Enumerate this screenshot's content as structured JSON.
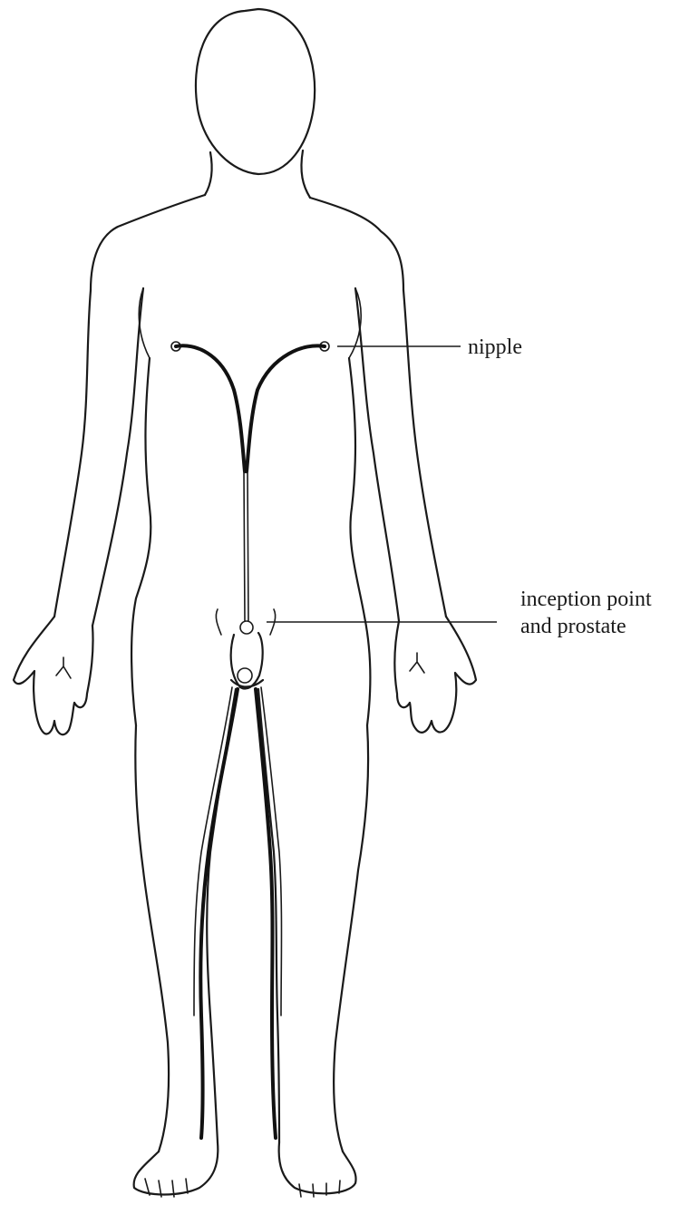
{
  "labels": {
    "nipple": "nipple",
    "inception_line1": "inception point",
    "inception_line2": "and prostate"
  },
  "colors": {
    "line": "#1a1a1a",
    "background": "#ffffff"
  }
}
